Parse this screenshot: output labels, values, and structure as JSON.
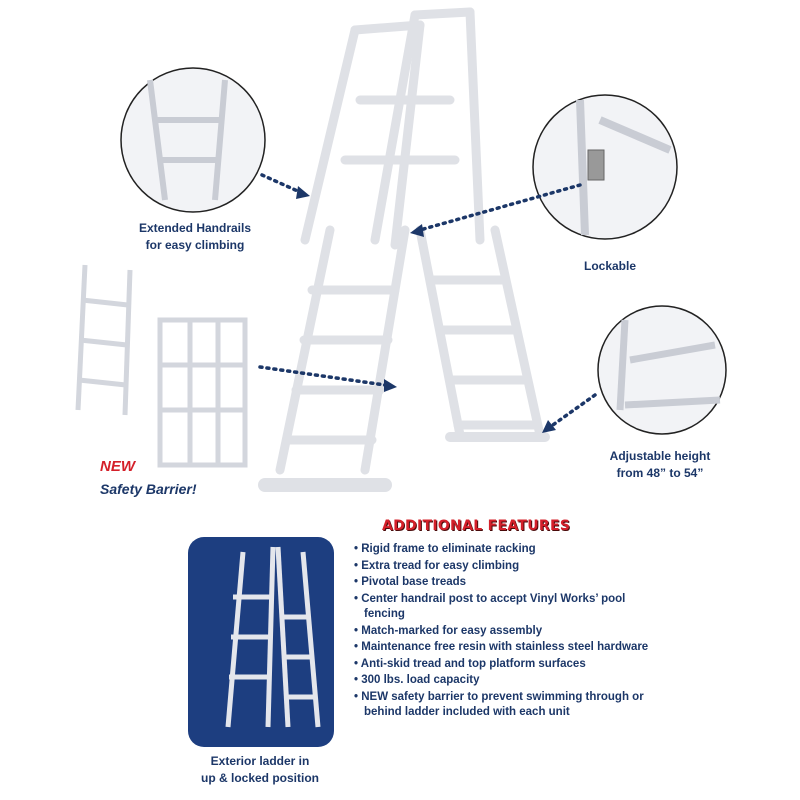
{
  "callouts": {
    "handrails": [
      "Extended Handrails",
      "for easy climbing"
    ],
    "lockable": "Lockable",
    "height": [
      "Adjustable height",
      "from 48” to 54”"
    ],
    "new": "NEW",
    "barrier": "Safety Barrier!",
    "exterior": [
      "Exterior ladder in",
      "up & locked position"
    ]
  },
  "features": {
    "title": "ADDITIONAL FEATURES",
    "items": [
      "Rigid frame to eliminate racking",
      "Extra tread for easy climbing",
      "Pivotal base treads",
      "Center handrail post to accept Vinyl Works’ pool fencing",
      "Match-marked for easy assembly",
      "Maintenance free resin with stainless steel hardware",
      "Anti-skid tread and top platform surfaces",
      "300 lbs. load capacity",
      "NEW safety barrier to prevent swimming through or behind ladder included with each unit"
    ]
  },
  "colors": {
    "text": "#1c3768",
    "accent": "#d4202a",
    "panel": "#1d3e80"
  }
}
